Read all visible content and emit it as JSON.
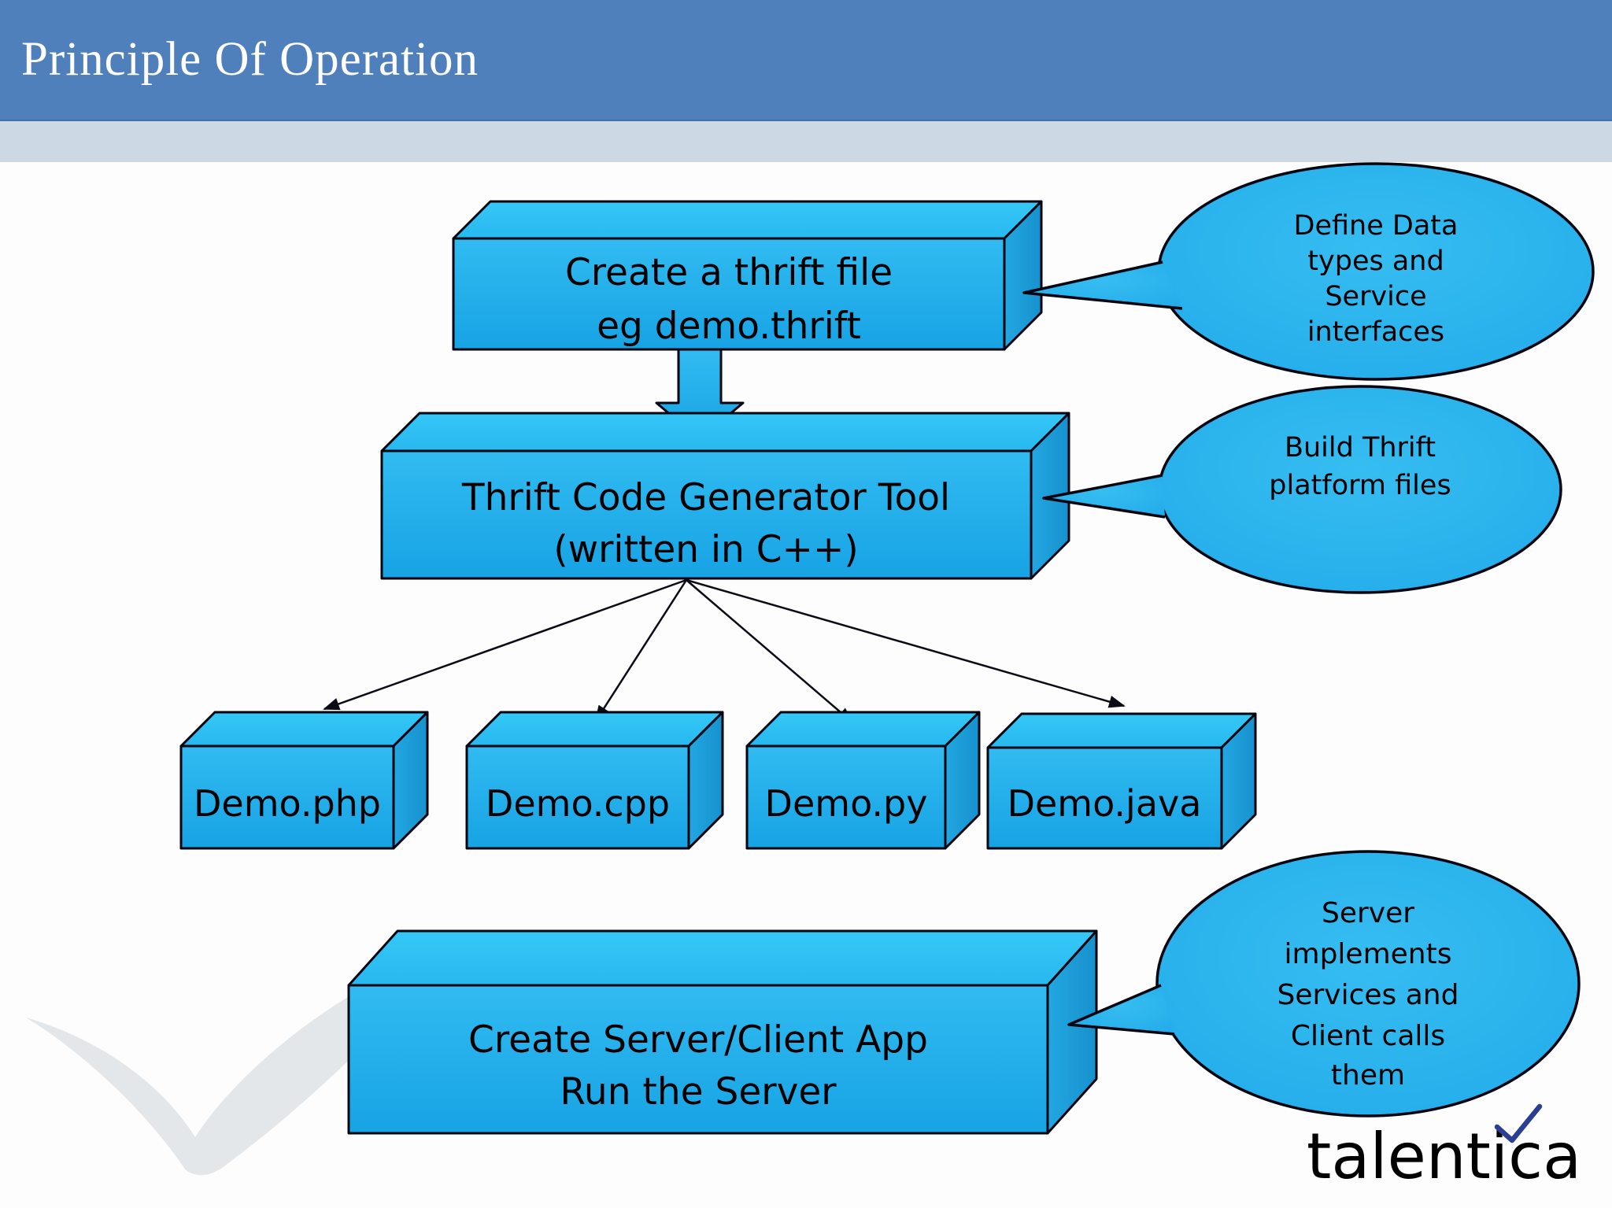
{
  "slide": {
    "title": "Principle Of Operation"
  },
  "diagram": {
    "box_thrift_file": {
      "lines": [
        "Create a thrift file",
        "eg demo.thrift"
      ]
    },
    "box_generator": {
      "lines": [
        "Thrift Code Generator Tool",
        "(written in C++)"
      ]
    },
    "outputs": [
      "Demo.php",
      "Demo.cpp",
      "Demo.py",
      "Demo.java"
    ],
    "box_server_app": {
      "lines": [
        "Create Server/Client App",
        "Run the Server"
      ]
    },
    "callout_define": {
      "lines": [
        "Define Data",
        "types and",
        "Service",
        "interfaces"
      ]
    },
    "callout_build": {
      "lines": [
        "Build Thrift",
        "platform files"
      ]
    },
    "callout_server": {
      "lines": [
        "Server",
        "implements",
        "Services and",
        "Client calls",
        "them"
      ]
    }
  },
  "branding": {
    "logo_text": "talentica"
  },
  "colors": {
    "header_bar": "#4f80bc",
    "sub_band": "#ccd8e3",
    "shape_front": "#29b2ec",
    "shape_top": "#2fc3f5",
    "shape_side": "#1b9ad6",
    "outline": "#05050f",
    "title_text": "#ffffff",
    "body_text": "#000000",
    "logo_gray": "#6d787e",
    "logo_check_blue": "#2a3f93",
    "watermark_gray": "#e3e7ea"
  }
}
